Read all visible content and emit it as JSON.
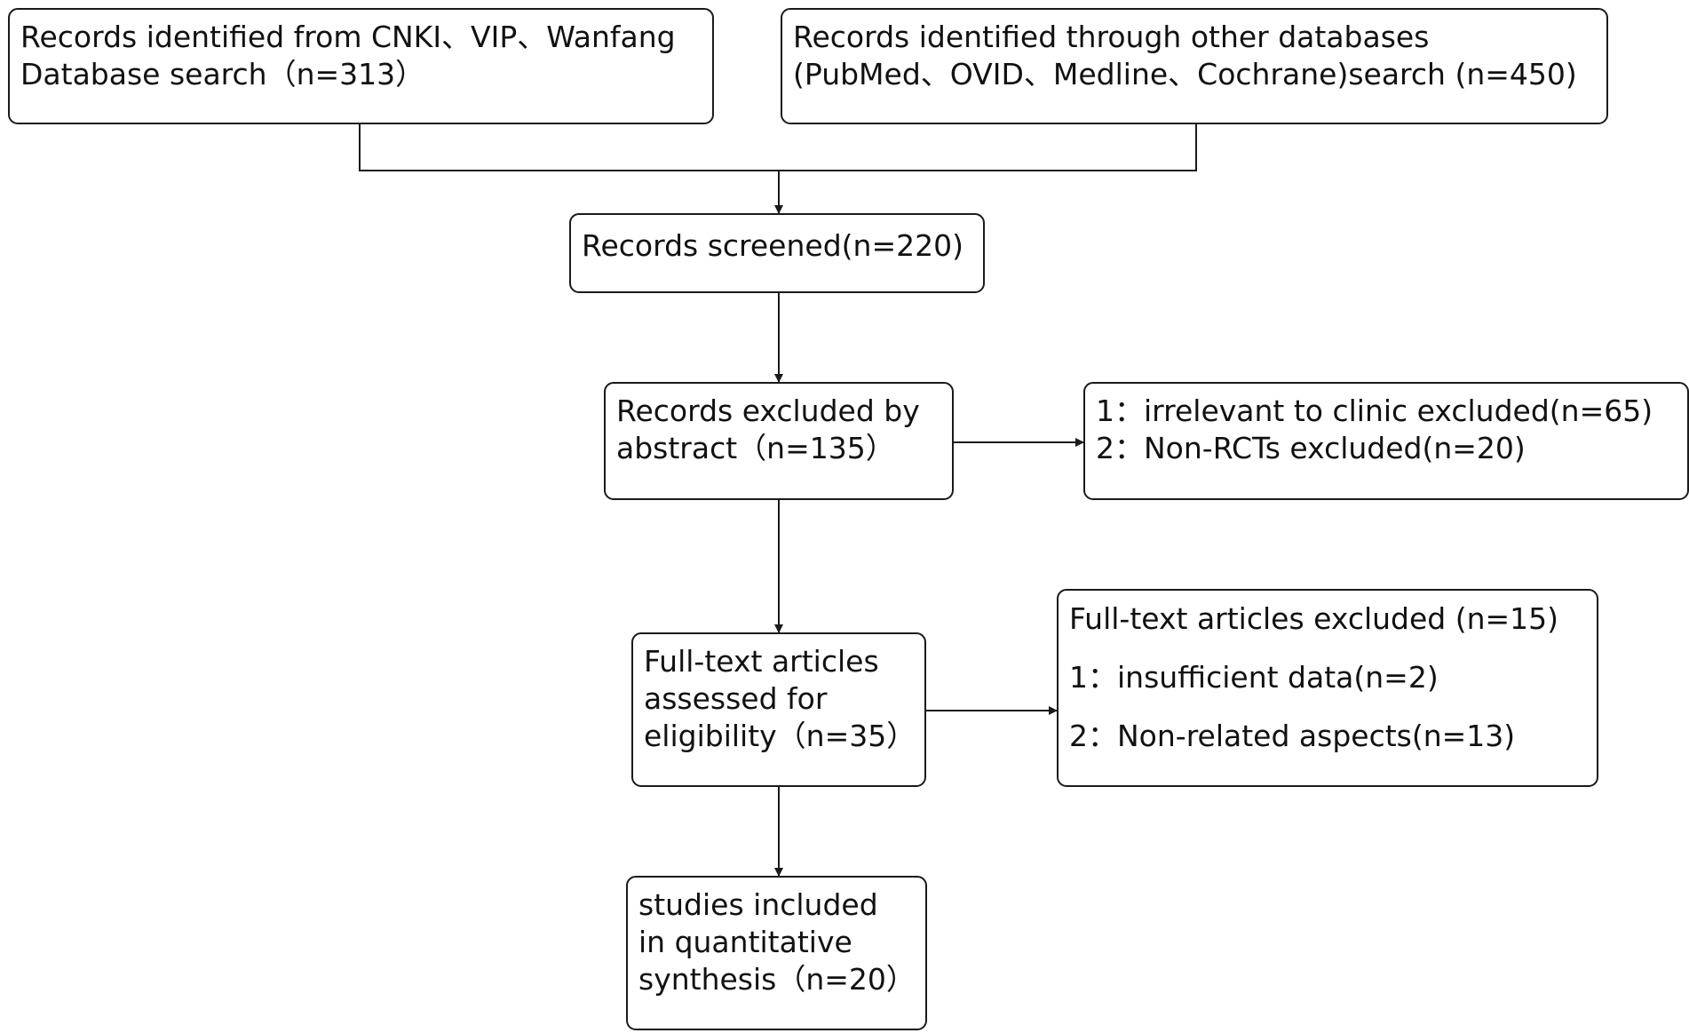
{
  "flowchart": {
    "source_cnki": {
      "lines": [
        "Records identified from CNKI、VIP、Wanfang",
        "Database search（n=313）"
      ]
    },
    "source_other": {
      "lines": [
        "Records identified through other databases",
        "(PubMed、OVID、Medline、Cochrane)search (n=450)"
      ]
    },
    "screened": {
      "lines": [
        "Records screened(n=220)"
      ]
    },
    "excluded_abstract": {
      "lines": [
        "Records excluded by",
        "abstract（n=135）"
      ]
    },
    "abstract_reasons": {
      "lines": [
        "1：irrelevant to clinic excluded(n=65)",
        "2：Non-RCTs excluded(n=20)"
      ]
    },
    "fulltext_assessed": {
      "lines": [
        "Full-text articles",
        "assessed for",
        "eligibility（n=35）"
      ]
    },
    "fulltext_excluded": {
      "lines": [
        "Full-text articles excluded (n=15)",
        "1：insufficient data(n=2)",
        "2：Non-related aspects(n=13)"
      ]
    },
    "included": {
      "lines": [
        "studies included",
        "in quantitative",
        "synthesis（n=20）"
      ]
    }
  },
  "colors": {
    "stroke": "#1a1a1a",
    "text": "#111111",
    "background": "#ffffff"
  }
}
